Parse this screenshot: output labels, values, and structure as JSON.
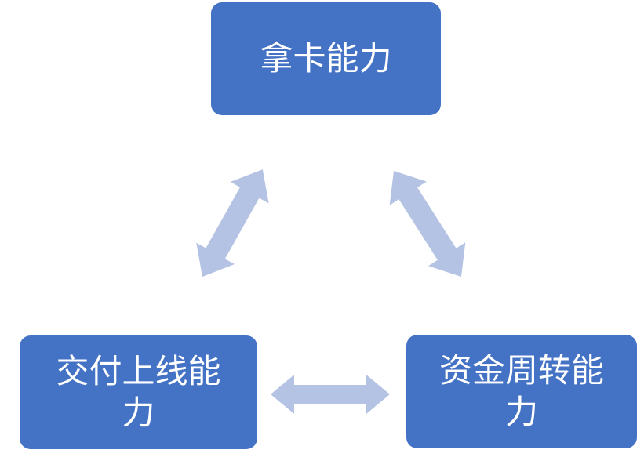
{
  "diagram": {
    "nodes": [
      {
        "id": "top",
        "label": "拿卡能力"
      },
      {
        "id": "bottom-left",
        "label": "交付上线能力"
      },
      {
        "id": "bottom-right",
        "label": "资金周转能力"
      }
    ],
    "connectors": [
      {
        "id": "top-bottomleft",
        "type": "double-headed-arrow",
        "from": "top",
        "to": "bottom-left"
      },
      {
        "id": "top-bottomright",
        "type": "double-headed-arrow",
        "from": "top",
        "to": "bottom-right"
      },
      {
        "id": "bottomleft-bottomright",
        "type": "double-headed-arrow",
        "from": "bottom-left",
        "to": "bottom-right"
      }
    ]
  },
  "colors": {
    "node_fill": "#4472c4",
    "node_text": "#ffffff",
    "arrow_fill": "#b4c3e3",
    "background": "#ffffff"
  }
}
